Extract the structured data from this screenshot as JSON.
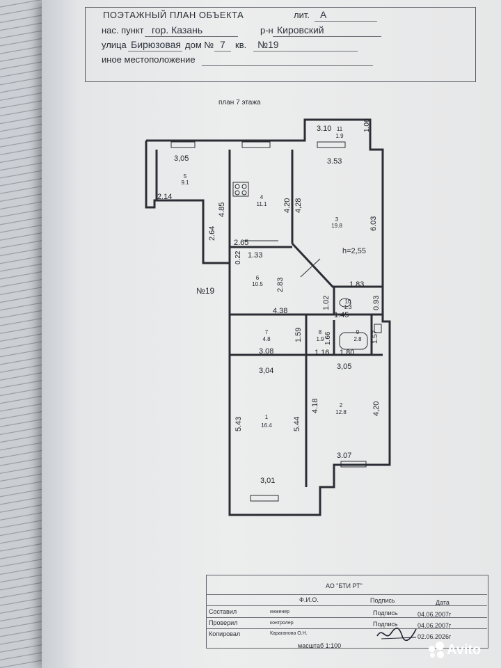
{
  "header": {
    "title": "ПОЭТАЖНЫЙ ПЛАН ОБЪЕКТА",
    "lit_label": "лит.",
    "lit_value": "А",
    "settlement_label": "нас. пункт",
    "settlement_value": "гор. Казань",
    "district_label": "р-н",
    "district_value": "Кировский",
    "street_label": "улица",
    "street_value": "Бирюзовая",
    "house_label": "дом №",
    "house_value": "7",
    "apt_label": "кв.",
    "apt_value": "№19",
    "other_label": "иное местоположение"
  },
  "plan": {
    "subtitle": "план 7 этажа",
    "apartment_mark": "№19",
    "height": "h=2,55",
    "rooms": [
      {
        "num": "1",
        "area": "16.4"
      },
      {
        "num": "2",
        "area": "12.8"
      },
      {
        "num": "3",
        "area": "19.8"
      },
      {
        "num": "4",
        "area": "11.1"
      },
      {
        "num": "5",
        "area": "9.1"
      },
      {
        "num": "6",
        "area": "10.5"
      },
      {
        "num": "7",
        "area": "4.8"
      },
      {
        "num": "8",
        "area": "1.9"
      },
      {
        "num": "9",
        "area": "2.8"
      },
      {
        "num": "10",
        "area": "1.3"
      },
      {
        "num": "11",
        "area": "1.9"
      }
    ],
    "dims": [
      "3.10",
      "1.06",
      "3,05",
      "3.53",
      "2.14",
      "4.85",
      "4.20",
      "4,28",
      "6.03",
      "2.64",
      "2.65",
      "0.22",
      "1.33",
      "2.83",
      "1.83",
      "1.02",
      "0.93",
      "4.38",
      "1.45",
      "1.59",
      "1.66",
      "1.57",
      "3.08",
      "1.16",
      "1.80",
      "3,04",
      "3,05",
      "5.43",
      "5.44",
      "4.18",
      "4,20",
      "3.07",
      "3,01"
    ]
  },
  "stamp": {
    "org": "АО \"БТИ РТ\"",
    "col_fio": "Ф.И.О.",
    "col_sign": "Подпись",
    "col_date": "Дата",
    "rows": [
      {
        "role": "Составил",
        "name": "инженер",
        "sign": "Подпись",
        "date": "04.06.2007г"
      },
      {
        "role": "Проверил",
        "name": "контролер",
        "sign": "Подпись",
        "date": "04.06.2007г"
      },
      {
        "role": "Копировал",
        "name": "Караганова О.Н.",
        "sign": "",
        "date": "02.06.2026г"
      }
    ],
    "scale": "масштаб 1:100"
  },
  "watermark": "Avito"
}
